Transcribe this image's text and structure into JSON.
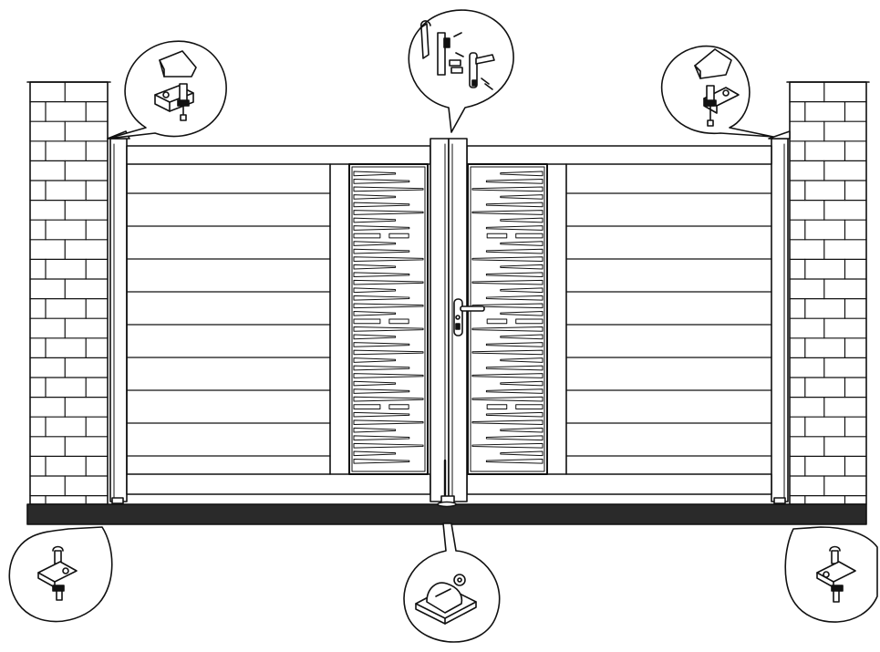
{
  "diagram": {
    "subject": "double-swing-gate-installation",
    "callouts": [
      {
        "id": "top-left",
        "part": "hinge-bracket-with-cap"
      },
      {
        "id": "top-center",
        "part": "lock-and-handle-kit"
      },
      {
        "id": "top-right",
        "part": "hinge-bracket-with-cap"
      },
      {
        "id": "bottom-left",
        "part": "bottom-hinge-pivot"
      },
      {
        "id": "bottom-center",
        "part": "ground-stopper"
      },
      {
        "id": "bottom-right",
        "part": "bottom-hinge-pivot"
      }
    ],
    "colors": {
      "line": "#111111",
      "ground": "#2a2a2a",
      "background": "#ffffff"
    }
  }
}
